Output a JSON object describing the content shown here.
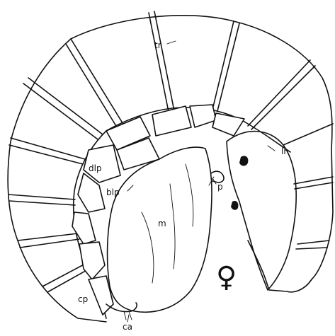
{
  "labels": {
    "tr": "tr",
    "lr": "lr",
    "dlp": "dlp",
    "blp": "blp",
    "p": "p",
    "m": "m",
    "cp": "cp",
    "ca": "ca"
  },
  "sex_symbol": "♀"
}
